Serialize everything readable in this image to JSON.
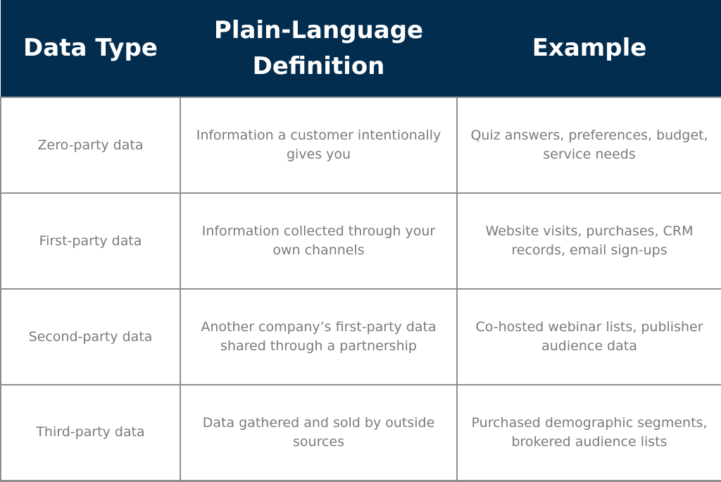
{
  "header": {
    "col1": "Data Type",
    "col2": "Plain-Language Definition",
    "col3": "Example"
  },
  "rows": [
    {
      "type": "Zero-party data",
      "definition": "Information a customer intentionally gives you",
      "example": "Quiz answers, preferences, budget, service needs"
    },
    {
      "type": "First-party data",
      "definition": "Information collected through your own channels",
      "example": "Website visits, purchases, CRM records, email sign-ups"
    },
    {
      "type": "Second-party data",
      "definition": "Another company’s first-party data shared through a partnership",
      "example": "Co-hosted webinar lists, publisher audience data"
    },
    {
      "type": "Third-party data",
      "definition": "Data gathered and sold by outside sources",
      "example": "Purchased demographic segments, brokered audience lists"
    }
  ],
  "colors": {
    "header_bg": "#022d4f",
    "header_text": "#ffffff",
    "body_text": "#7a7a7a",
    "border": "#8e8e8e"
  }
}
